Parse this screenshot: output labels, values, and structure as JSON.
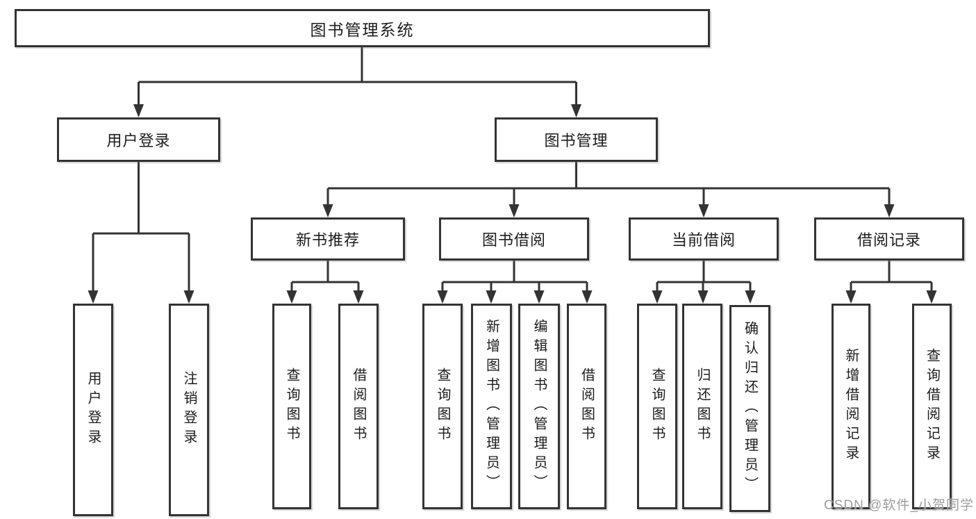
{
  "colors": {
    "line": "#333333",
    "box_border": "#333333",
    "text": "#1c1c1c",
    "background": "#ffffff",
    "watermark": "#9d9d9d"
  },
  "watermark": {
    "text": "CSDN @软件_小贺同学"
  },
  "tree": {
    "root": {
      "label": "图书管理系统",
      "children": [
        {
          "label": "用户登录",
          "children": [
            {
              "label": "用户登录"
            },
            {
              "label": "注销登录"
            }
          ]
        },
        {
          "label": "图书管理",
          "children": [
            {
              "label": "新书推荐",
              "children": [
                {
                  "label": "查询图书"
                },
                {
                  "label": "借阅图书"
                }
              ]
            },
            {
              "label": "图书借阅",
              "children": [
                {
                  "label": "查询图书"
                },
                {
                  "label": "新增图书（管理员）"
                },
                {
                  "label": "编辑图书（管理员）"
                },
                {
                  "label": "借阅图书"
                }
              ]
            },
            {
              "label": "当前借阅",
              "children": [
                {
                  "label": "查询图书"
                },
                {
                  "label": "归还图书"
                },
                {
                  "label": "确认归还（管理员）"
                }
              ]
            },
            {
              "label": "借阅记录",
              "children": [
                {
                  "label": "新增借阅记录"
                },
                {
                  "label": "查询借阅记录"
                }
              ]
            }
          ]
        }
      ]
    }
  }
}
